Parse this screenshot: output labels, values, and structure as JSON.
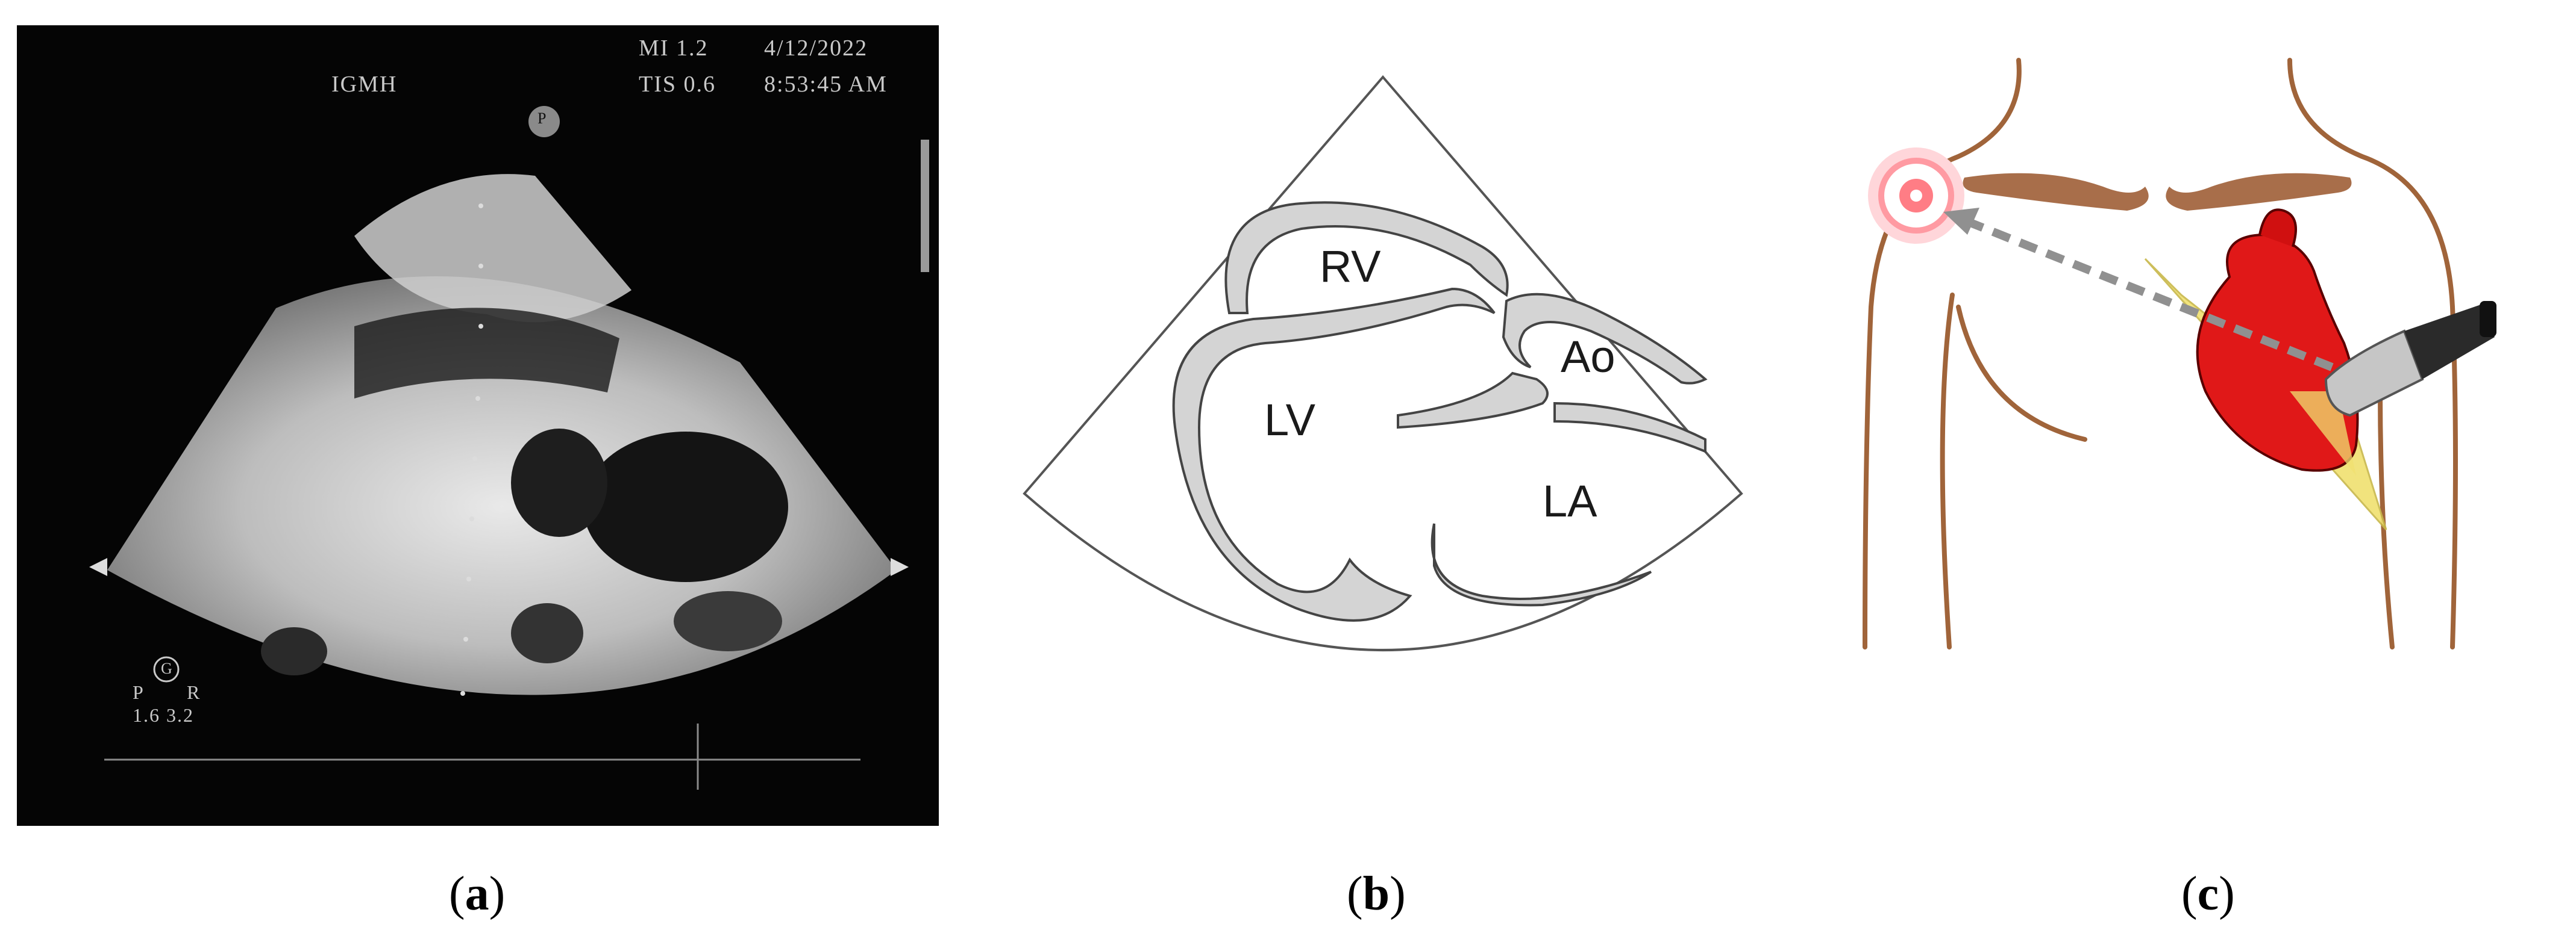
{
  "panel_a": {
    "overlay_text": {
      "mi": "MI 1.2",
      "date": "4/12/2022",
      "institution": "IGMH",
      "tis": "TIS 0.6",
      "time": "8:53:45 AM",
      "p_marker": "P",
      "g_marker": "G",
      "p_label": "P",
      "r_label": "R",
      "scale_values": "1.6 3.2"
    }
  },
  "panel_b": {
    "labels": {
      "rv": "RV",
      "lv": "LV",
      "ao": "Ao",
      "la": "LA"
    }
  },
  "captions": {
    "a": "a",
    "b": "b",
    "c": "c"
  },
  "colors": {
    "skin_outline": "#a0643a",
    "clavicle": "#a86e4a",
    "heart": "#e01818",
    "imaging_plane": "#f0e070",
    "target": "#ff7d85",
    "arrow": "#909090",
    "chamber_wall": "#d4d4d4"
  }
}
